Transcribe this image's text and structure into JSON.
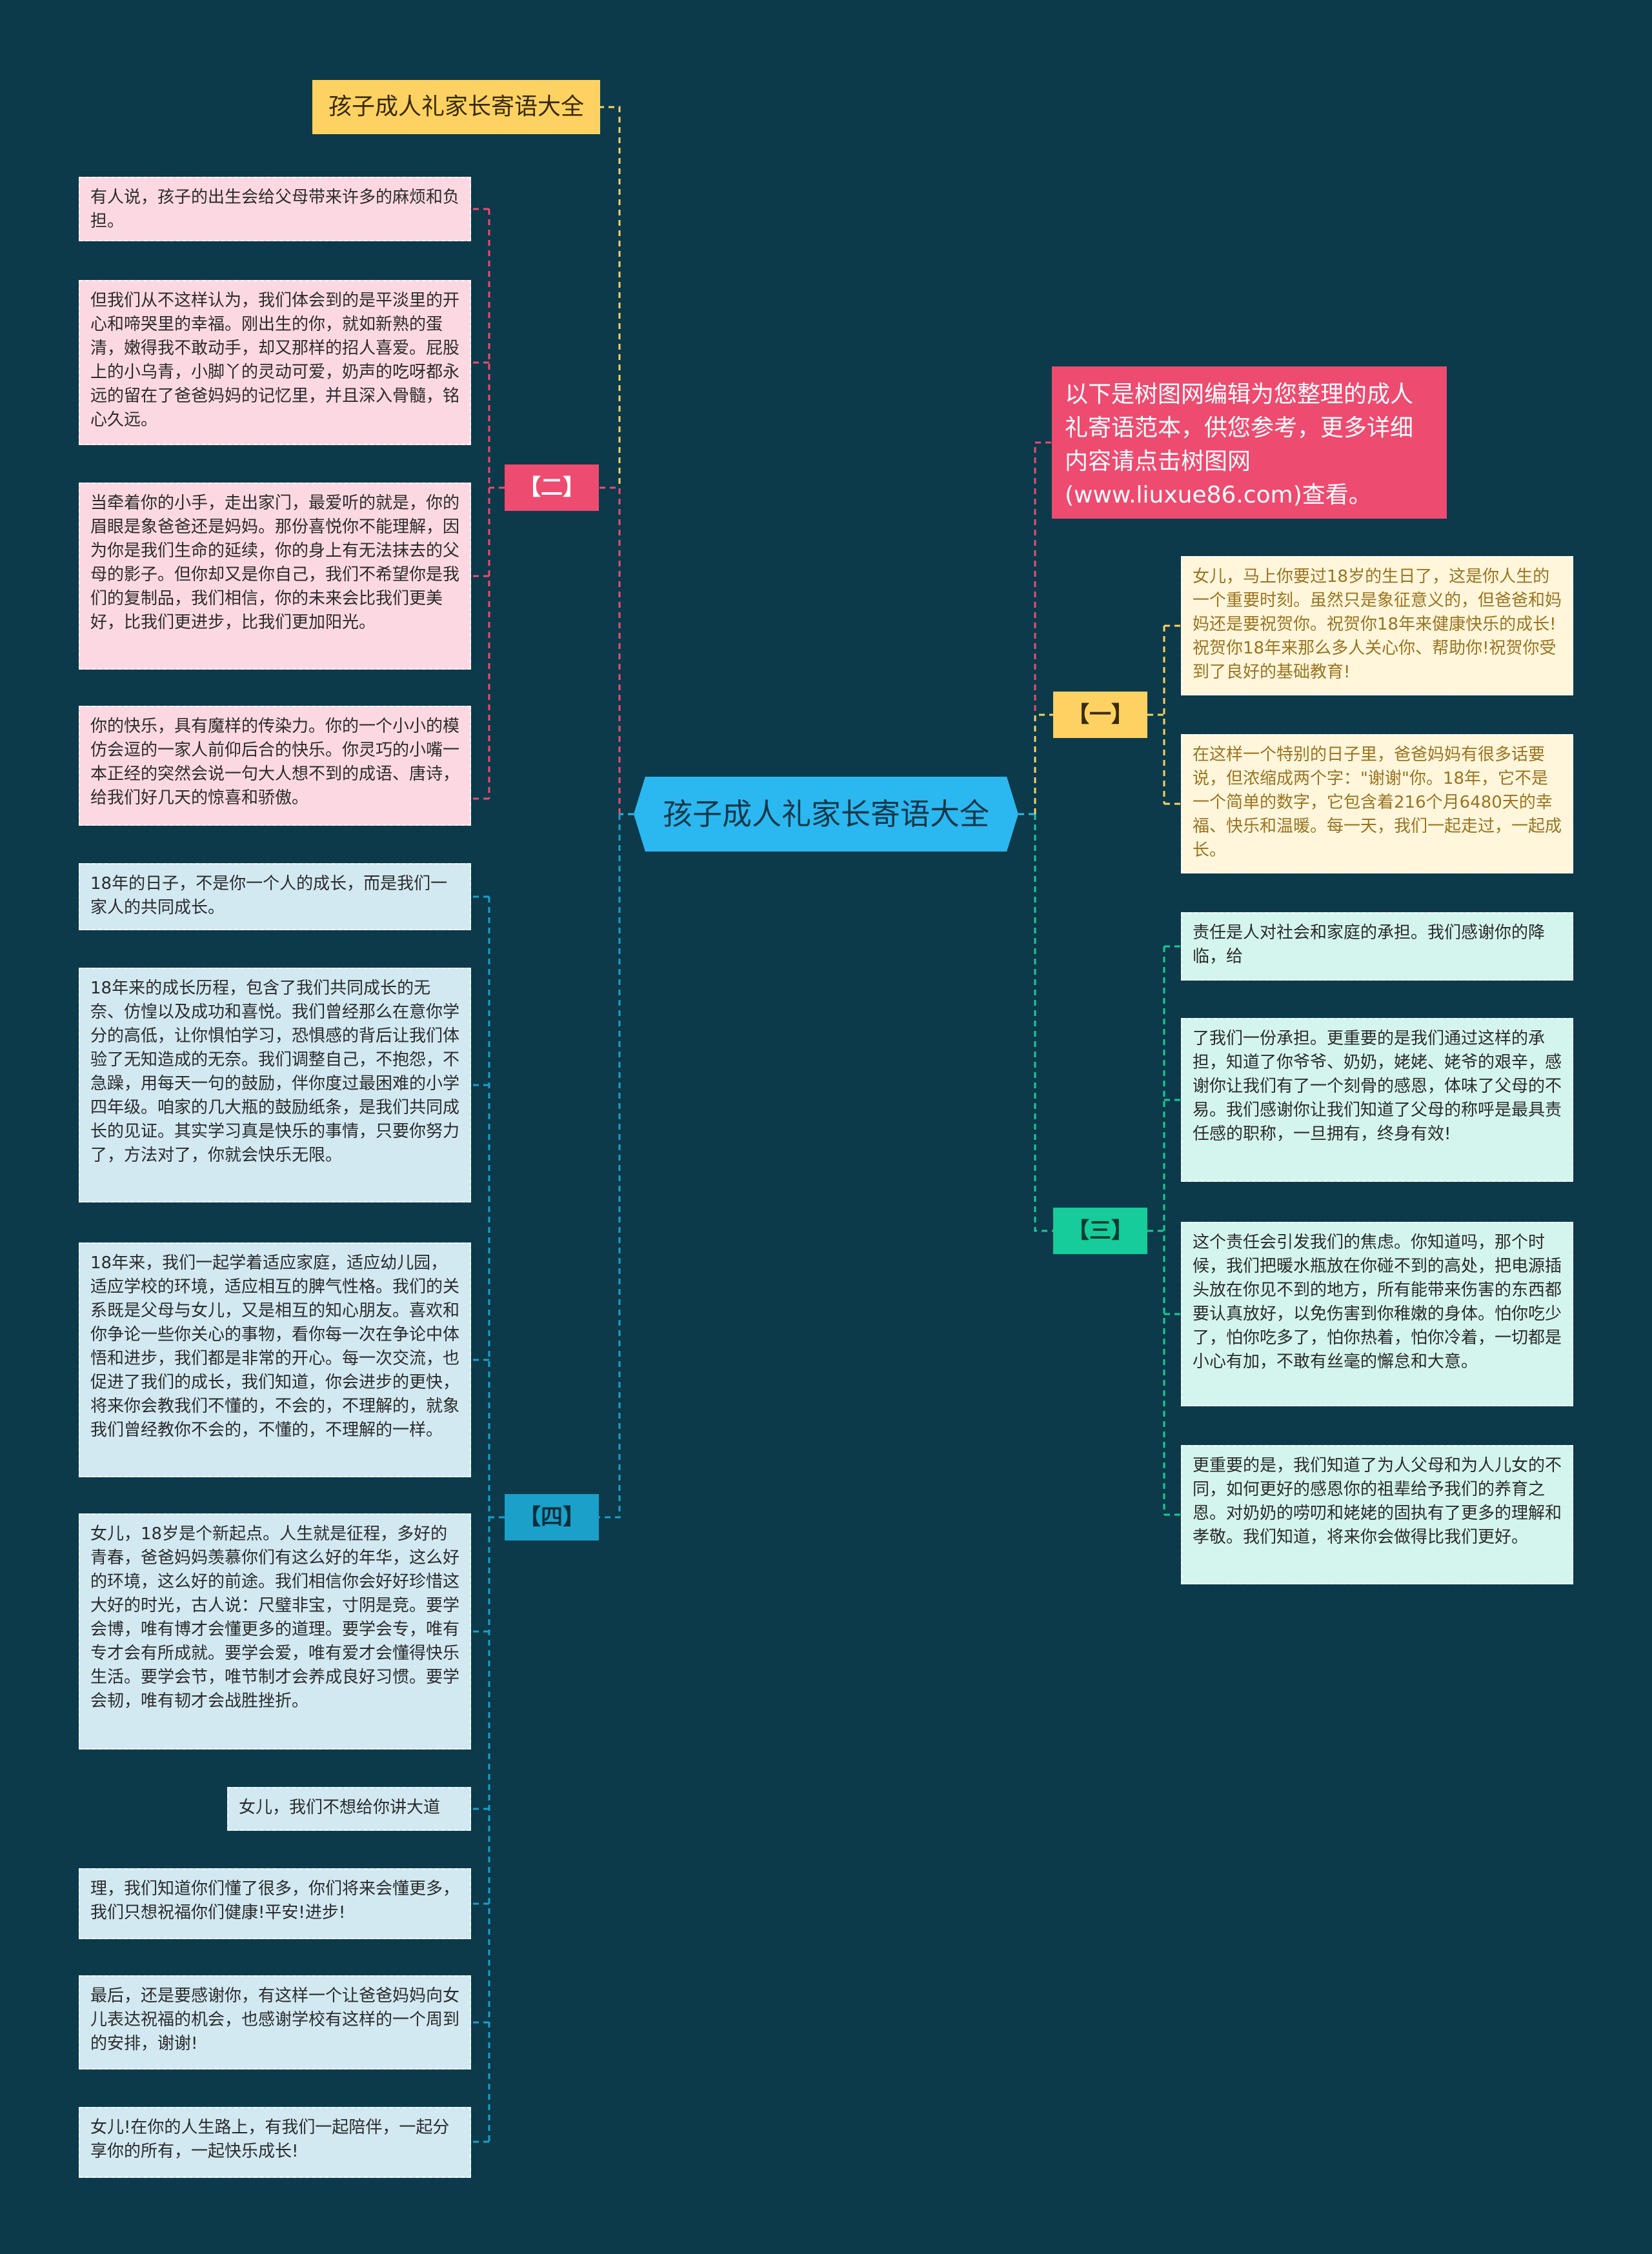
{
  "central": {
    "label": "孩子成人礼家长寄语大全"
  },
  "title_tag": {
    "label": "孩子成人礼家长寄语大全"
  },
  "intro": {
    "text": "以下是树图网编辑为您整理的成人礼寄语范本，供您参考，更多详细内容请点击树图网(www.liuxue86.com)查看。"
  },
  "branch_2": {
    "label": "【二】",
    "items": [
      "有人说，孩子的出生会给父母带来许多的麻烦和负担。",
      "但我们从不这样认为，我们体会到的是平淡里的开心和啼哭里的幸福。刚出生的你，就如新熟的蛋清，嫩得我不敢动手，却又那样的招人喜爱。屁股上的小乌青，小脚丫的灵动可爱，奶声的吃呀都永远的留在了爸爸妈妈的记忆里，并且深入骨髓，铭心久远。",
      "当牵着你的小手，走出家门，最爱听的就是，你的眉眼是象爸爸还是妈妈。那份喜悦你不能理解，因为你是我们生命的延续，你的身上有无法抹去的父母的影子。但你却又是你自己，我们不希望你是我们的复制品，我们相信，你的未来会比我们更美好，比我们更进步，比我们更加阳光。",
      "你的快乐，具有魔样的传染力。你的一个小小的模仿会逗的一家人前仰后合的快乐。你灵巧的小嘴一本正经的突然会说一句大人想不到的成语、唐诗，给我们好几天的惊喜和骄傲。"
    ]
  },
  "branch_4": {
    "label": "【四】",
    "items": [
      "18年的日子，不是你一个人的成长，而是我们一家人的共同成长。",
      "18年来的成长历程，包含了我们共同成长的无奈、仿惶以及成功和喜悦。我们曾经那么在意你学分的高低，让你惧怕学习，恐惧感的背后让我们体验了无知造成的无奈。我们调整自己，不抱怨，不急躁，用每天一句的鼓励，伴你度过最困难的小学四年级。咱家的几大瓶的鼓励纸条，是我们共同成长的见证。其实学习真是快乐的事情，只要你努力了，方法对了，你就会快乐无限。",
      "18年来，我们一起学着适应家庭，适应幼儿园，适应学校的环境，适应相互的脾气性格。我们的关系既是父母与女儿，又是相互的知心朋友。喜欢和你争论一些你关心的事物，看你每一次在争论中体悟和进步，我们都是非常的开心。每一次交流，也促进了我们的成长，我们知道，你会进步的更快，将来你会教我们不懂的，不会的，不理解的，就象我们曾经教你不会的，不懂的，不理解的一样。",
      "女儿，18岁是个新起点。人生就是征程，多好的青春，爸爸妈妈羡慕你们有这么好的年华，这么好的环境，这么好的前途。我们相信你会好好珍惜这大好的时光，古人说：尺璧非宝，寸阴是竞。要学会博，唯有博才会懂更多的道理。要学会专，唯有专才会有所成就。要学会爱，唯有爱才会懂得快乐生活。要学会节，唯节制才会养成良好习惯。要学会韧，唯有韧才会战胜挫折。",
      "女儿，我们不想给你讲大道",
      "理，我们知道你们懂了很多，你们将来会懂更多，我们只想祝福你们健康!平安!进步!",
      "最后，还是要感谢你，有这样一个让爸爸妈妈向女儿表达祝福的机会，也感谢学校有这样的一个周到的安排，谢谢!",
      "女儿!在你的人生路上，有我们一起陪伴，一起分享你的所有，一起快乐成长!"
    ]
  },
  "branch_1": {
    "label": "【一】",
    "items": [
      "女儿，马上你要过18岁的生日了，这是你人生的一个重要时刻。虽然只是象征意义的，但爸爸和妈妈还是要祝贺你。祝贺你18年来健康快乐的成长!祝贺你18年来那么多人关心你、帮助你!祝贺你受到了良好的基础教育!",
      "在这样一个特别的日子里，爸爸妈妈有很多话要说，但浓缩成两个字：\"谢谢\"你。18年，它不是一个简单的数字，它包含着216个月6480天的幸福、快乐和温暖。每一天，我们一起走过，一起成长。"
    ]
  },
  "branch_3": {
    "label": "【三】",
    "items": [
      "责任是人对社会和家庭的承担。我们感谢你的降临，给",
      "了我们一份承担。更重要的是我们通过这样的承担，知道了你爷爷、奶奶，姥姥、姥爷的艰辛，感谢你让我们有了一个刻骨的感恩，体味了父母的不易。我们感谢你让我们知道了父母的称呼是最具责任感的职称，一旦拥有，终身有效!",
      "这个责任会引发我们的焦虑。你知道吗，那个时候，我们把暖水瓶放在你碰不到的高处，把电源插头放在你见不到的地方，所有能带来伤害的东西都要认真放好，以免伤害到你稚嫩的身体。怕你吃少了，怕你吃多了，怕你热着，怕你冷着，一切都是小心有加，不敢有丝毫的懈怠和大意。",
      "更重要的是，我们知道了为人父母和为人儿女的不同，如何更好的感恩你的祖辈给予我们的养育之恩。对奶奶的唠叨和姥姥的固执有了更多的理解和孝敬。我们知道，将来你会做得比我们更好。"
    ]
  },
  "colors": {
    "background": "#0c3a4a",
    "central": "#2bb8f0",
    "pink": "#ee4b70",
    "yellow": "#fdd262",
    "green": "#16cc9a",
    "blue": "#1aa0c9"
  }
}
